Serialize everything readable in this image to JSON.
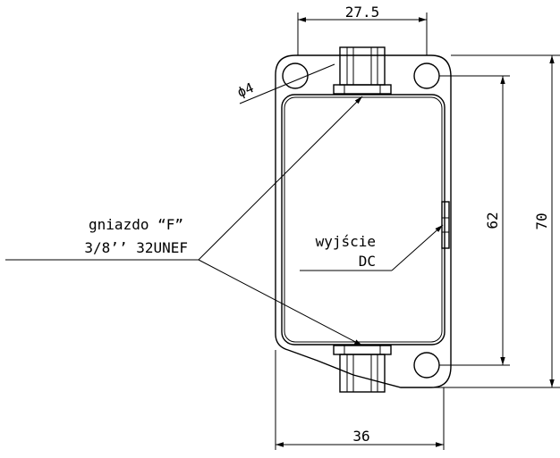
{
  "dimensions": {
    "top_width": "27.5",
    "bottom_width": "36",
    "inner_height": "62",
    "outer_height": "70",
    "hole_diameter": "ϕ4"
  },
  "labels": {
    "connector_line1": "gniazdo “F”",
    "connector_line2": "3/8’’ 32UNEF",
    "output_line1": "wyjście",
    "output_line2": "DC"
  }
}
